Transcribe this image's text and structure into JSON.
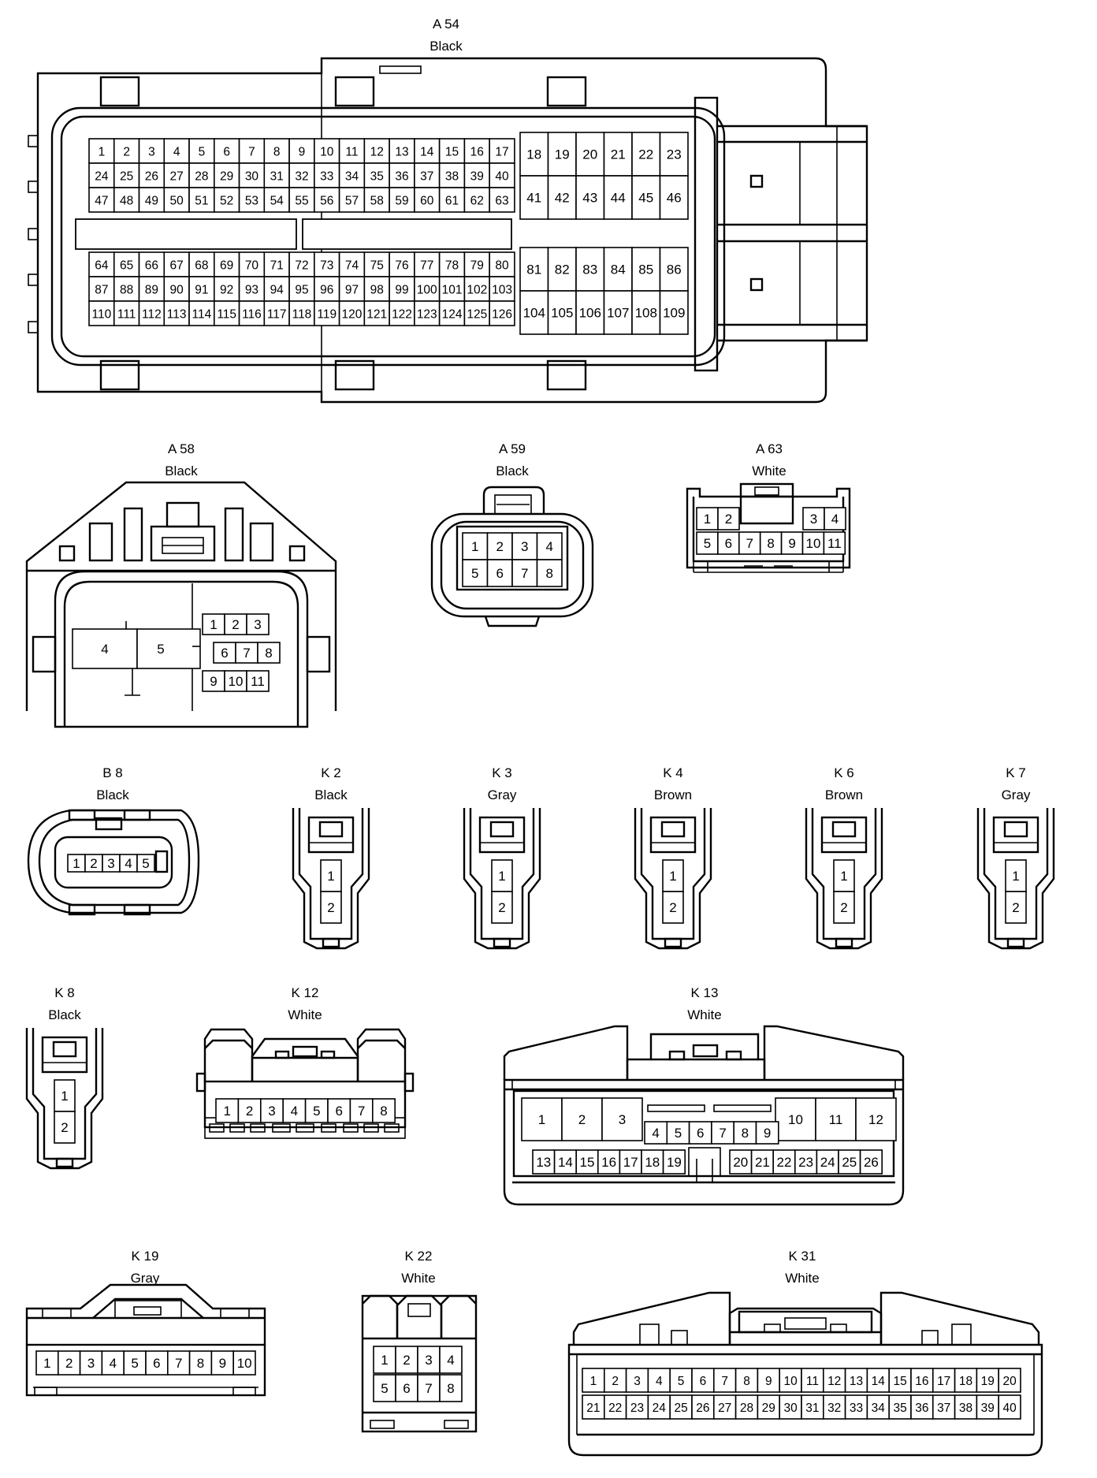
{
  "connectors": {
    "A54": {
      "label": "A 54",
      "color": "Black"
    },
    "A58": {
      "label": "A 58",
      "color": "Black"
    },
    "A59": {
      "label": "A 59",
      "color": "Black"
    },
    "A63": {
      "label": "A 63",
      "color": "White"
    },
    "B8": {
      "label": "B 8",
      "color": "Black"
    },
    "K2": {
      "label": "K 2",
      "color": "Black"
    },
    "K3": {
      "label": "K 3",
      "color": "Gray"
    },
    "K4": {
      "label": "K 4",
      "color": "Brown"
    },
    "K6": {
      "label": "K 6",
      "color": "Brown"
    },
    "K7": {
      "label": "K 7",
      "color": "Gray"
    },
    "K8": {
      "label": "K 8",
      "color": "Black"
    },
    "K12": {
      "label": "K 12",
      "color": "White"
    },
    "K13": {
      "label": "K 13",
      "color": "White"
    },
    "K19": {
      "label": "K 19",
      "color": "Gray"
    },
    "K22": {
      "label": "K 22",
      "color": "White"
    },
    "K31": {
      "label": "K 31",
      "color": "White"
    }
  }
}
